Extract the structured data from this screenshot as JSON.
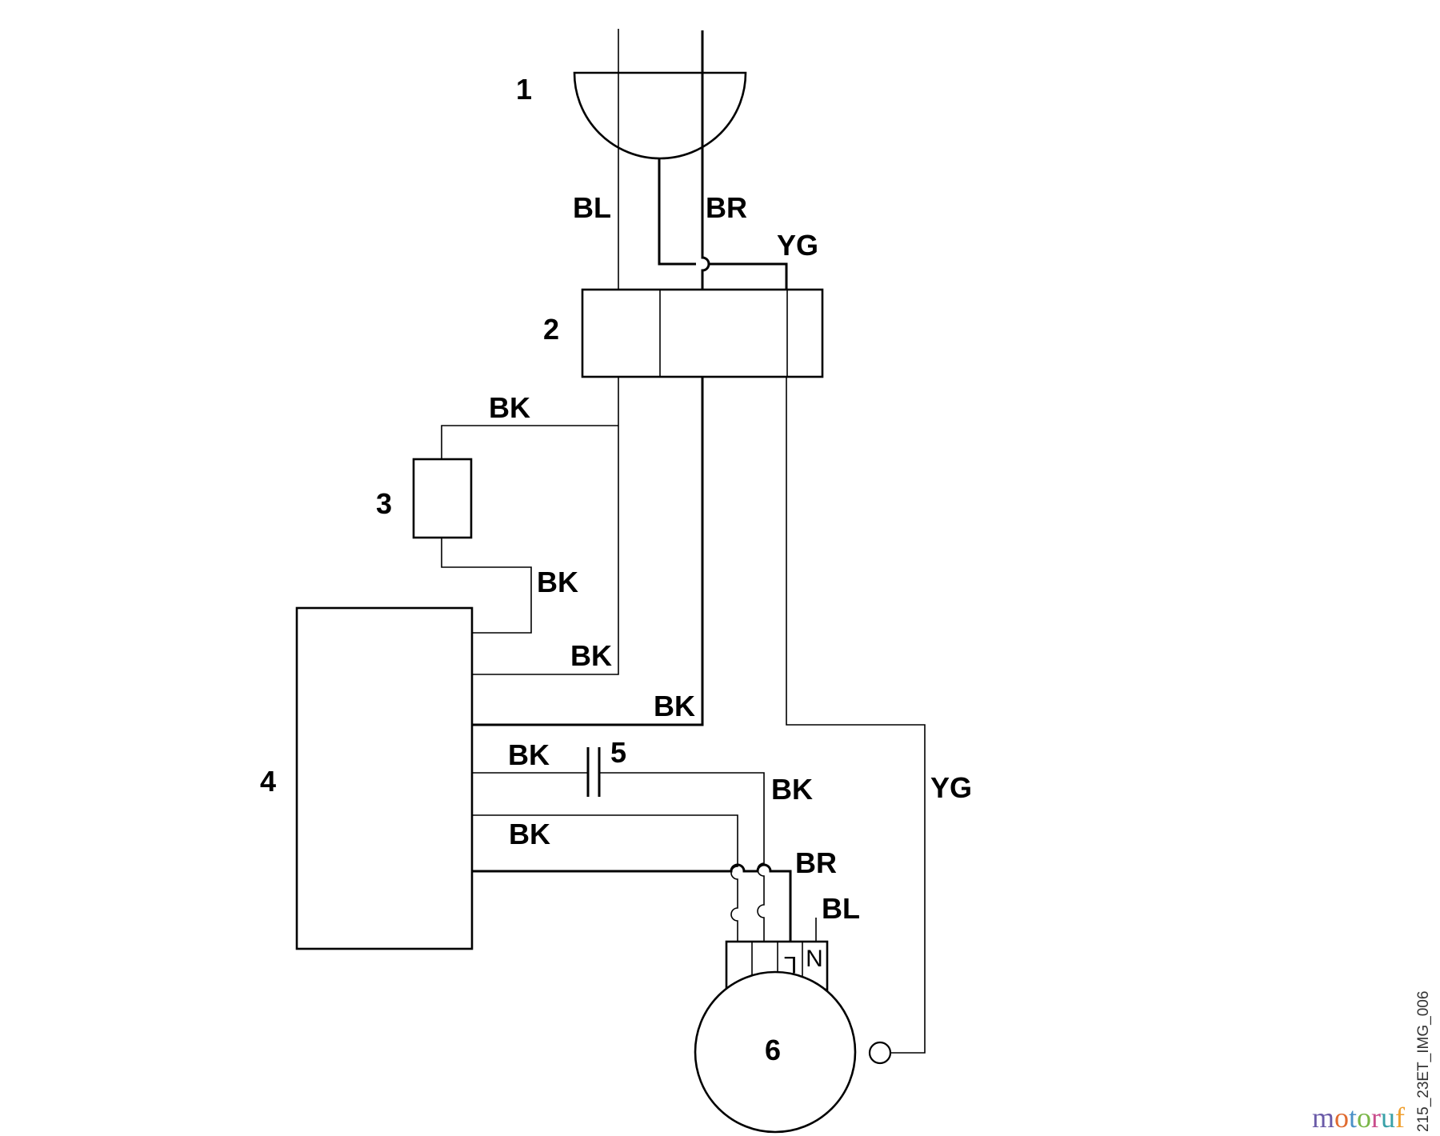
{
  "components": {
    "plug": "1",
    "switch_block": "2",
    "component_3": "3",
    "control_box": "4",
    "capacitor": "5",
    "motor": "6"
  },
  "wire_labels": {
    "bl_top": "BL",
    "br_top": "BR",
    "yg_top": "YG",
    "bk_1": "BK",
    "bk_2": "BK",
    "bk_3": "BK",
    "bk_4": "BK",
    "bk_5": "BK",
    "bk_6": "BK",
    "bk_7": "BK",
    "br_motor": "BR",
    "bl_motor": "BL",
    "yg_right": "YG"
  },
  "terminal_labels": {
    "n": "N",
    "l": "L"
  },
  "image_id": "215_23ET_IMG_006",
  "logo": {
    "letters": [
      "m",
      "o",
      "t",
      "o",
      "r",
      "u",
      "f"
    ],
    "colors": [
      "#6a5aa8",
      "#e06b30",
      "#4a90c8",
      "#7ab648",
      "#c94c8c",
      "#3aa1a8",
      "#f0a030"
    ]
  }
}
